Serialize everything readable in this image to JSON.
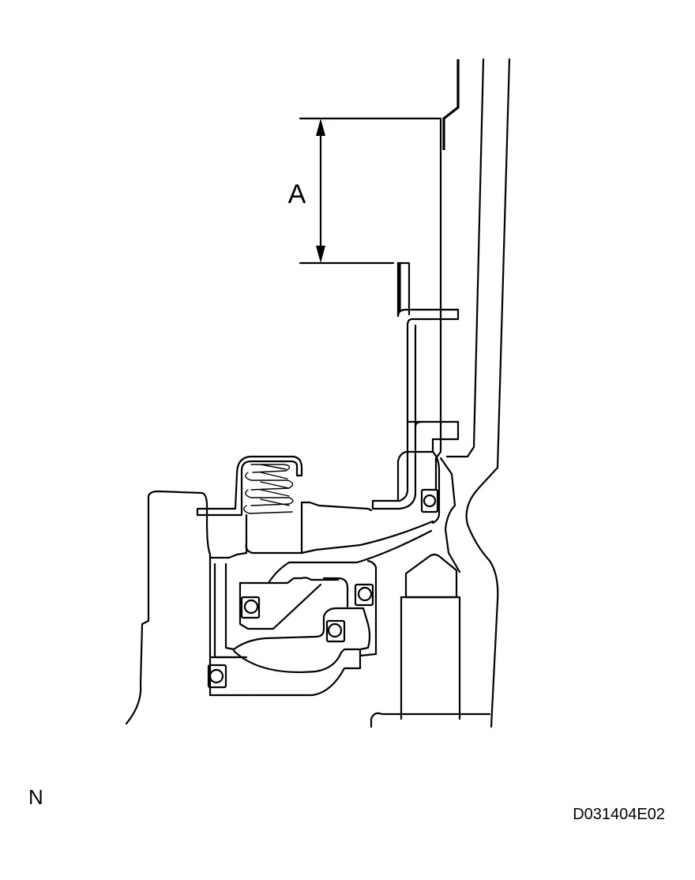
{
  "diagram": {
    "dimension_label": "A",
    "view_label": "N",
    "figure_code": "D031404E02",
    "line_color": "#000000",
    "background_color": "#ffffff"
  }
}
